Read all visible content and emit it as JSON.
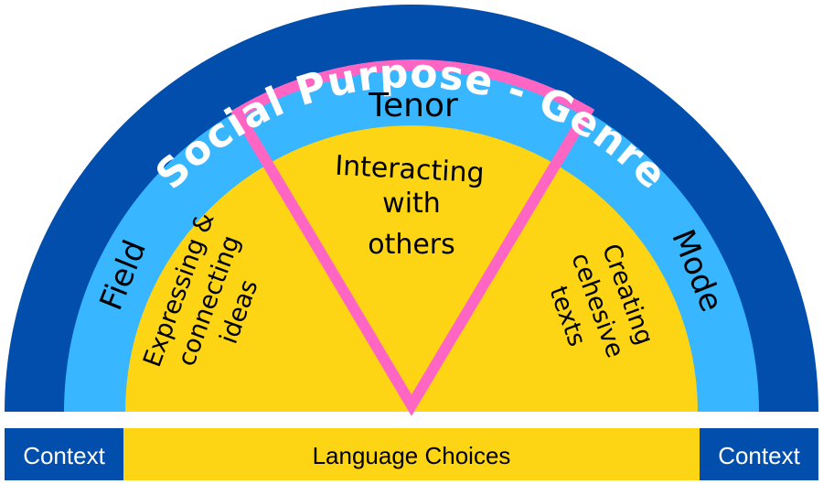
{
  "title": "Social Purpose  - Genre",
  "rings": {
    "field": "Field",
    "tenor": "Tenor",
    "mode": "Mode"
  },
  "functions": {
    "field": [
      "Expressing &",
      "connecting",
      "ideas"
    ],
    "tenor": [
      "Interacting",
      "with",
      "others"
    ],
    "mode": [
      "Creating",
      "cehesive",
      "texts"
    ]
  },
  "bottom_bar": {
    "left": "Context",
    "center": "Language Choices",
    "right": "Context"
  },
  "colors": {
    "outer": "#024EAD",
    "middle": "#38B6FF",
    "inner": "#FDD515",
    "highlight": "#FF66C4",
    "dark_text": "#000000",
    "light_text": "#ffffff"
  }
}
